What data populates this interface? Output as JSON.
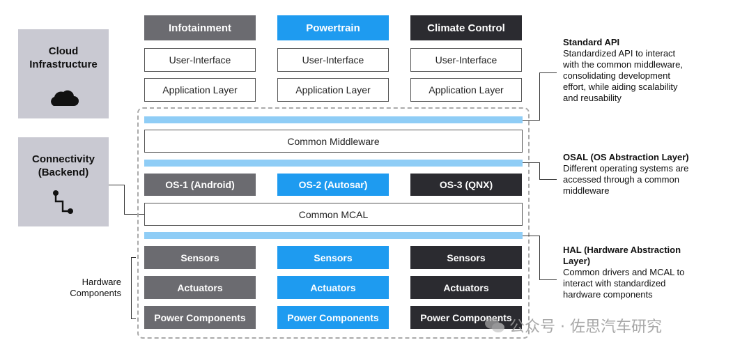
{
  "left_panels": {
    "cloud": "Cloud\nInfrastructure",
    "connectivity": "Connectivity\n(Backend)"
  },
  "hardware_label": "Hardware\nComponents",
  "domains": {
    "col1": {
      "title": "Infotainment",
      "ui": "User-Interface",
      "app": "Application Layer",
      "os": "OS-1 (Android)",
      "sensors": "Sensors",
      "actuators": "Actuators",
      "power": "Power Components"
    },
    "col2": {
      "title": "Powertrain",
      "ui": "User-Interface",
      "app": "Application Layer",
      "os": "OS-2 (Autosar)",
      "sensors": "Sensors",
      "actuators": "Actuators",
      "power": "Power Components"
    },
    "col3": {
      "title": "Climate Control",
      "ui": "User-Interface",
      "app": "Application Layer",
      "os": "OS-3 (QNX)",
      "sensors": "Sensors",
      "actuators": "Actuators",
      "power": "Power Components"
    }
  },
  "common": {
    "middleware": "Common Middleware",
    "mcal": "Common MCAL"
  },
  "notes": {
    "api": {
      "title": "Standard API",
      "body": "Standardized API to interact\nwith the common middleware,\nconsolidating development\neffort, while aiding scalability\nand reusability"
    },
    "osal": {
      "title": "OSAL (OS Abstraction Layer)",
      "body": "Different operating systems are\naccessed through a common\nmiddleware"
    },
    "hal": {
      "title": "HAL (Hardware Abstraction\nLayer)",
      "body": "Common drivers and MCAL to\ninteract with standardized\nhardware components"
    }
  },
  "watermark": "公众号 · 佐思汽车研究",
  "colors": {
    "gray": "#6b6b70",
    "blue": "#1e9bf0",
    "dark": "#2b2b30",
    "bar": "#8fcdf6",
    "side": "#c9c9d2"
  },
  "icons": {
    "cloud": "cloud-icon",
    "connectivity": "connection-path-icon",
    "watermark": "wechat-icon"
  }
}
